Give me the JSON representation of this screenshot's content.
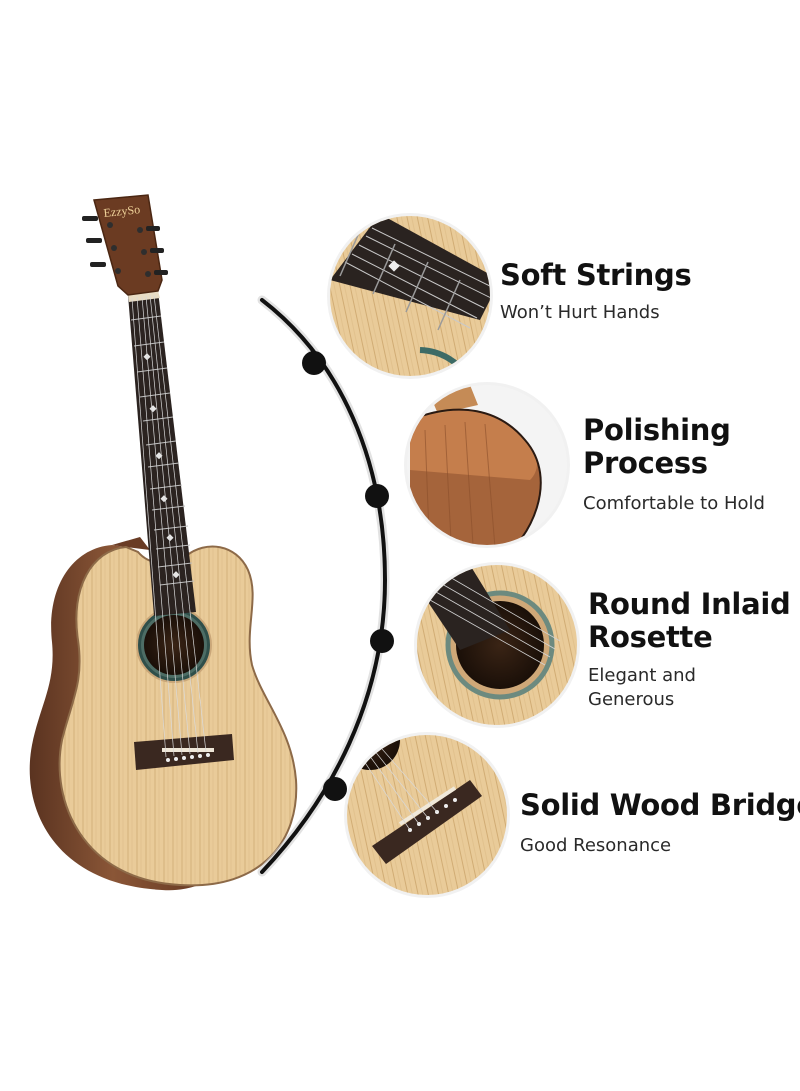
{
  "brand": {
    "headstock_logo": "EzzySo"
  },
  "features": [
    {
      "id": "strings",
      "title_lines": [
        "Soft Strings"
      ],
      "subtitle_lines": [
        "Won’t Hurt Hands"
      ]
    },
    {
      "id": "polish",
      "title_lines": [
        "Polishing",
        "Process"
      ],
      "subtitle_lines": [
        "Comfortable to Hold"
      ]
    },
    {
      "id": "rosette",
      "title_lines": [
        "Round Inlaid",
        "Rosette"
      ],
      "subtitle_lines": [
        "Elegant and",
        "Generous"
      ]
    },
    {
      "id": "bridge",
      "title_lines": [
        "Solid Wood Bridge"
      ],
      "subtitle_lines": [
        "Good Resonance"
      ]
    }
  ],
  "colors": {
    "spruce": "#e8c996",
    "spruce_dark": "#d2ad76",
    "mahogany": "#7a4a2e",
    "fretboard": "#2b2320",
    "arc": "#111111",
    "text": "#111111"
  }
}
